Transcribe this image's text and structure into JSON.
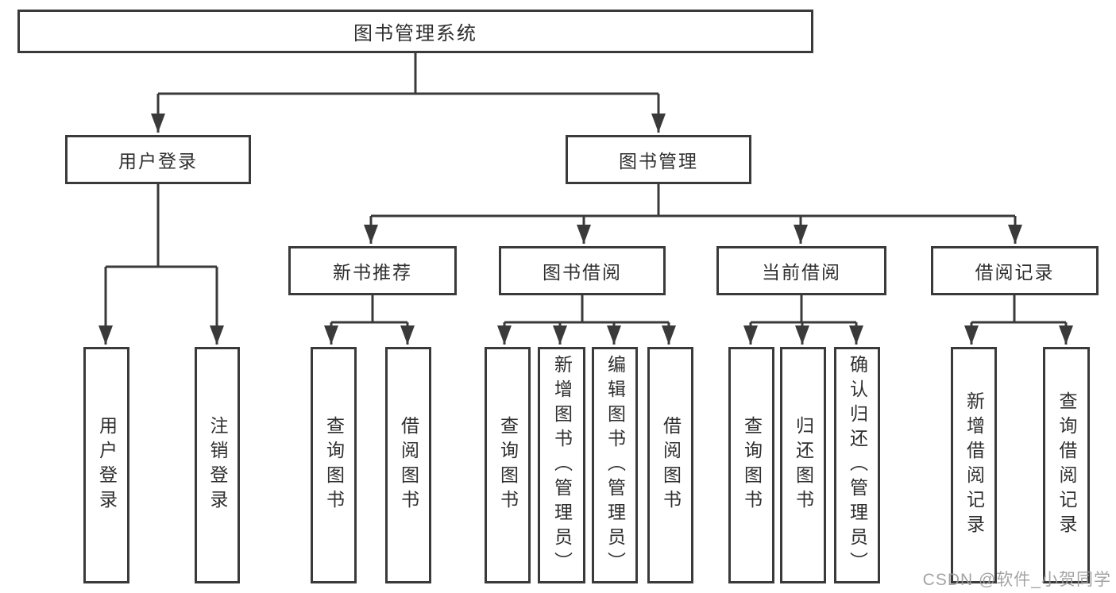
{
  "diagram": {
    "type": "tree",
    "tree": {
      "label": "图书管理系统",
      "children": [
        {
          "label": "用户登录",
          "children": [
            {
              "label": "用户登录"
            },
            {
              "label": "注销登录"
            }
          ]
        },
        {
          "label": "图书管理",
          "children": [
            {
              "label": "新书推荐",
              "children": [
                {
                  "label": "查询图书"
                },
                {
                  "label": "借阅图书"
                }
              ]
            },
            {
              "label": "图书借阅",
              "children": [
                {
                  "label": "查询图书"
                },
                {
                  "label": "新增图书（管理员）"
                },
                {
                  "label": "编辑图书（管理员）"
                },
                {
                  "label": "借阅图书"
                }
              ]
            },
            {
              "label": "当前借阅",
              "children": [
                {
                  "label": "查询图书"
                },
                {
                  "label": "归还图书"
                },
                {
                  "label": "确认归还（管理员）"
                }
              ]
            },
            {
              "label": "借阅记录",
              "children": [
                {
                  "label": "新增借阅记录"
                },
                {
                  "label": "查询借阅记录"
                }
              ]
            }
          ]
        }
      ]
    },
    "colors": {
      "line": "#3a3a3a",
      "box_border": "#3a3a3a",
      "text": "#2f2f2f",
      "background": "#ffffff",
      "watermark": "#9c9c9c"
    }
  },
  "watermark": {
    "text": "CSDN @软件_小贺同学"
  }
}
